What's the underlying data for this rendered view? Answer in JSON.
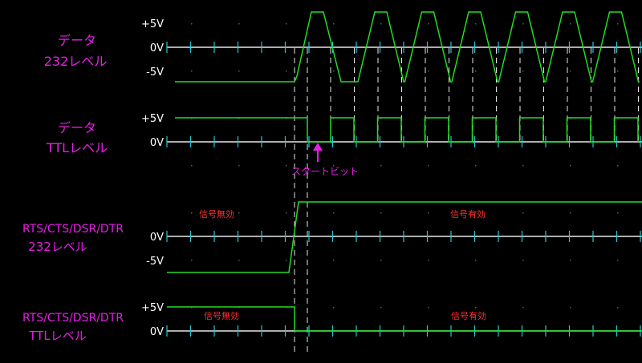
{
  "colors": {
    "background": "#000000",
    "signal": "#22dd22",
    "baseline": "#e8e8e8",
    "tick": "#20c8d8",
    "label": "#e81ee8",
    "status": "#ff3030",
    "voltage": "#ffffff",
    "dashed": "#e8e8e8",
    "dot": "#3a6a6a"
  },
  "sections": {
    "data232": {
      "line1": "データ",
      "line2": "232レベル"
    },
    "datattl": {
      "line1": "データ",
      "line2": "TTLレベル"
    },
    "rts232": {
      "line1": "RTS/CTS/DSR/DTR",
      "line2": "232レベル"
    },
    "rtsttl": {
      "line1": "RTS/CTS/DSR/DTR",
      "line2": "TTLレベル"
    }
  },
  "voltages": {
    "data232": [
      "+5V",
      "0V",
      "-5V"
    ],
    "datattl": [
      "+5V",
      "0V"
    ],
    "rts232": [
      "0V",
      "-5V"
    ],
    "rtsttl": [
      "+5V",
      "0V"
    ]
  },
  "annotations": {
    "start_bit": "スタートビット",
    "invalid": "信号無効",
    "valid": "信号有効"
  }
}
